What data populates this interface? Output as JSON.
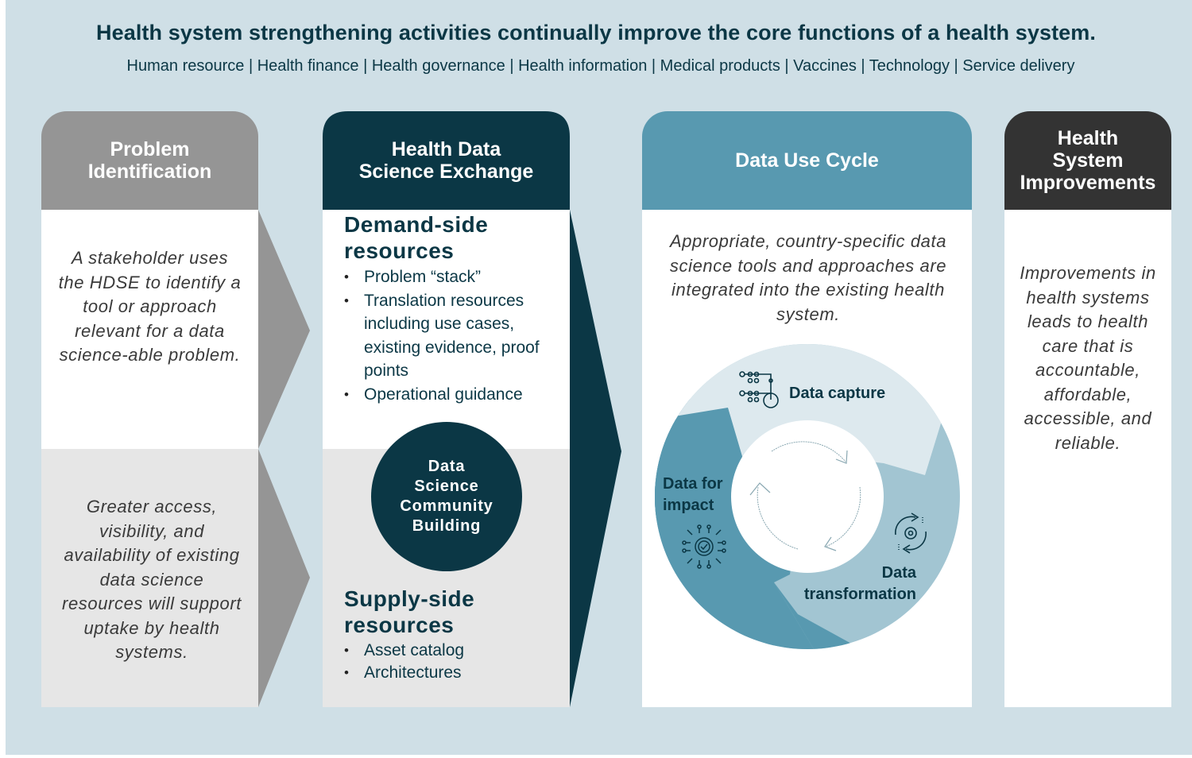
{
  "header": {
    "title": "Health system strengthening activities continually improve the core functions of a health system.",
    "subtitle": "Human resource | Health finance | Health governance | Health information | Medical products | Vaccines | Technology | Service delivery"
  },
  "columns": {
    "problem": {
      "header": "Problem Identification",
      "header_lines": [
        "Problem",
        "Identification"
      ],
      "top_text": "A stakeholder uses the HDSE to identify a tool or approach relevant for a data science-able problem.",
      "bottom_text": "Greater access, visibility, and availability of existing data science resources will support uptake by health systems."
    },
    "exchange": {
      "header_lines": [
        "Health Data",
        "Science Exchange"
      ],
      "demand": {
        "title_lines": [
          "Demand-side",
          "resources"
        ],
        "items": [
          "Problem “stack”",
          "Translation resources including use cases, existing evidence, proof points",
          "Operational guidance"
        ]
      },
      "community": {
        "lines": [
          "Data",
          "Science",
          "Community",
          "Building"
        ]
      },
      "supply": {
        "title_lines": [
          "Supply-side",
          "resources"
        ],
        "items": [
          "Asset catalog",
          "Architectures"
        ]
      }
    },
    "cycle": {
      "header": "Data Use Cycle",
      "text": "Appropriate, country-specific data science tools and approaches are integrated into the existing health system.",
      "stages": {
        "capture": "Data capture",
        "transformation_lines": [
          "Data",
          "transformation"
        ],
        "impact_lines": [
          "Data for",
          "impact"
        ]
      },
      "icons": {
        "capture": "network-nodes-icon",
        "transformation": "refresh-gear-icon",
        "impact": "circuit-check-icon"
      }
    },
    "improvements": {
      "header_lines": [
        "Health",
        "System",
        "Improvements"
      ],
      "text": "Improvements in health systems leads to health care that is accountable, affordable, accessible, and reliable."
    }
  },
  "colors": {
    "background": "#cfdfe6",
    "dark_teal": "#0b3745",
    "gray_header": "#959595",
    "mid_teal": "#5899b0",
    "light_teal": "#a2c5d2",
    "pale_teal": "#dde9ee",
    "charcoal": "#333333",
    "light_gray": "#e6e6e6"
  }
}
